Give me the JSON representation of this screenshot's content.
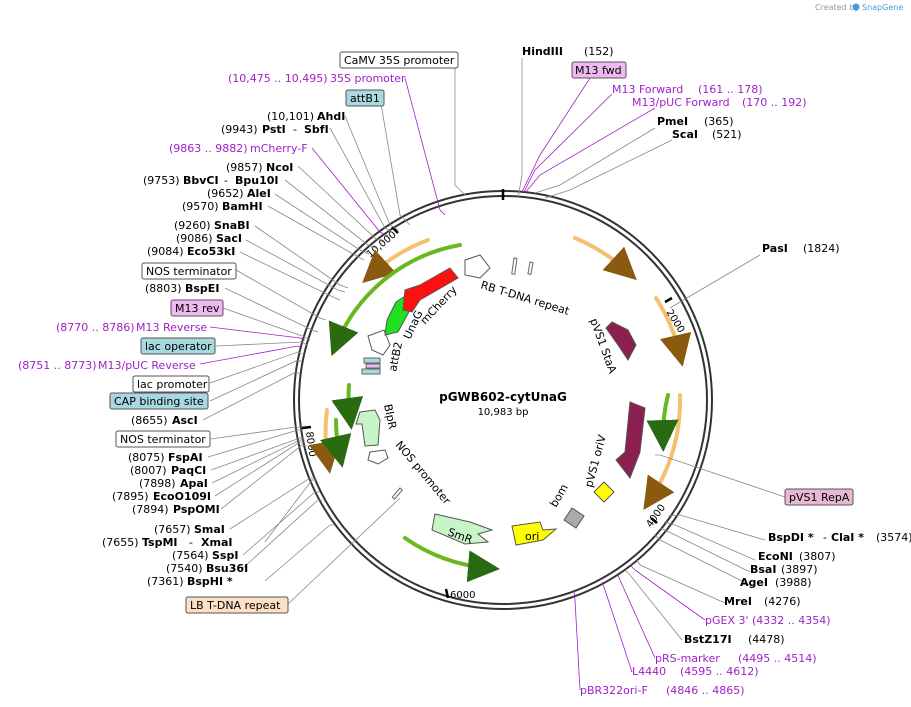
{
  "credit": {
    "text": "Created by",
    "brand": "SnapGene"
  },
  "plasmid": {
    "name": "pGWB602-cytUnaG",
    "size": "10,983 bp"
  },
  "ticks": [
    "2000",
    "4000",
    "6000",
    "8000",
    "10,000"
  ],
  "features": {
    "rb": "RB T-DNA repeat",
    "stab": "pVS1 StaA",
    "oriv": "pVS1 oriV",
    "bom": "bom",
    "ori": "ori",
    "smr": "SmR",
    "nos": "NOS promoter",
    "bpr": "BlpR",
    "attb2": "attB2",
    "unag": "UnaG",
    "mcherry": "mCherry"
  },
  "labels": {
    "hindiii": {
      "name": "HindIII",
      "pos": "(152)"
    },
    "m13fwd": "M13 fwd",
    "m13forward": {
      "name": "M13 Forward",
      "pos": "(161 .. 178)"
    },
    "m13puc": {
      "name": "M13/pUC Forward",
      "pos": "(170 .. 192)"
    },
    "pmei": {
      "name": "PmeI",
      "pos": "(365)"
    },
    "scai": {
      "name": "ScaI",
      "pos": "(521)"
    },
    "pasi": {
      "name": "PasI",
      "pos": "(1824)"
    },
    "repa": "pVS1 RepA",
    "bspdi": {
      "name": "BspDI *",
      "sep": "-",
      "name2": "ClaI *",
      "pos": "(3574)"
    },
    "econi": {
      "name": "EcoNI",
      "pos": "(3807)"
    },
    "bsai": {
      "name": "BsaI",
      "pos": "(3897)"
    },
    "agei": {
      "name": "AgeI",
      "pos": "(3988)"
    },
    "mrei": {
      "name": "MreI",
      "pos": "(4276)"
    },
    "pgex": {
      "name": "pGEX 3'",
      "pos": "(4332 .. 4354)"
    },
    "bstz": {
      "name": "BstZ17I",
      "pos": "(4478)"
    },
    "prs": {
      "name": "pRS-marker",
      "pos": "(4495 .. 4514)"
    },
    "l4440": {
      "name": "L4440",
      "pos": "(4595 .. 4612)"
    },
    "pbr": {
      "name": "pBR322ori-F",
      "pos": "(4846 .. 4865)"
    },
    "camv": "CaMV 35S promoter",
    "s35": {
      "pos": "(10,475 .. 10,495)",
      "name": "35S promoter"
    },
    "attb1": "attB1",
    "ahdi": {
      "pos": "(10,101)",
      "name": "AhdI"
    },
    "psti": {
      "pos": "(9943)",
      "name": "PstI",
      "sep": "-",
      "name2": "SbfI"
    },
    "mcherryf": {
      "pos": "(9863 .. 9882)",
      "name": "mCherry-F"
    },
    "ncoi": {
      "pos": "(9857)",
      "name": "NcoI"
    },
    "bbvci": {
      "pos": "(9753)",
      "name": "BbvCI",
      "sep": "-",
      "name2": "Bpu10I"
    },
    "alei": {
      "pos": "(9652)",
      "name": "AleI"
    },
    "bamhi": {
      "pos": "(9570)",
      "name": "BamHI"
    },
    "snabi": {
      "pos": "(9260)",
      "name": "SnaBI"
    },
    "saci": {
      "pos": "(9086)",
      "name": "SacI"
    },
    "eco53": {
      "pos": "(9084)",
      "name": "Eco53kI"
    },
    "nosterm1": "NOS terminator",
    "bspei": {
      "pos": "(8803)",
      "name": "BspEI"
    },
    "m13rev": "M13 rev",
    "m13reverse": {
      "pos": "(8770 .. 8786)",
      "name": "M13 Reverse"
    },
    "lacop": "lac operator",
    "m13pucrev": {
      "pos": "(8751 .. 8773)",
      "name": "M13/pUC Reverse"
    },
    "lacprom": "lac promoter",
    "cap": "CAP binding site",
    "asci": {
      "pos": "(8655)",
      "name": "AscI"
    },
    "nosterm2": "NOS terminator",
    "fspai": {
      "pos": "(8075)",
      "name": "FspAI"
    },
    "paqci": {
      "pos": "(8007)",
      "name": "PaqCI"
    },
    "apai": {
      "pos": "(7898)",
      "name": "ApaI"
    },
    "ecoo": {
      "pos": "(7895)",
      "name": "EcoO109I"
    },
    "pspomi": {
      "pos": "(7894)",
      "name": "PspOMI"
    },
    "smai": {
      "pos": "(7657)",
      "name": "SmaI"
    },
    "tspmi": {
      "pos": "(7655)",
      "name": "TspMI",
      "sep": "-",
      "name2": "XmaI"
    },
    "sspi": {
      "pos": "(7564)",
      "name": "SspI"
    },
    "bsu36": {
      "pos": "(7540)",
      "name": "Bsu36I"
    },
    "bsphi": {
      "pos": "(7361)",
      "name": "BspHI *"
    },
    "lb": "LB T-DNA repeat"
  },
  "colors": {
    "purple": "#a020c8",
    "mcherry": "#ff1010",
    "unag": "#1fe01f",
    "stab": "#8b2050",
    "ori": "#ffff00",
    "smr": "#c8f5c8",
    "bpr": "#c8f5c8",
    "arrowOrange": "#f5c070",
    "arrowGreen": "#6ab820",
    "labelBlue": "#a8d8e0",
    "labelPink": "#f0b8f0",
    "labelRepA": "#e8b8d0",
    "labelLB": "#fde0c8"
  }
}
